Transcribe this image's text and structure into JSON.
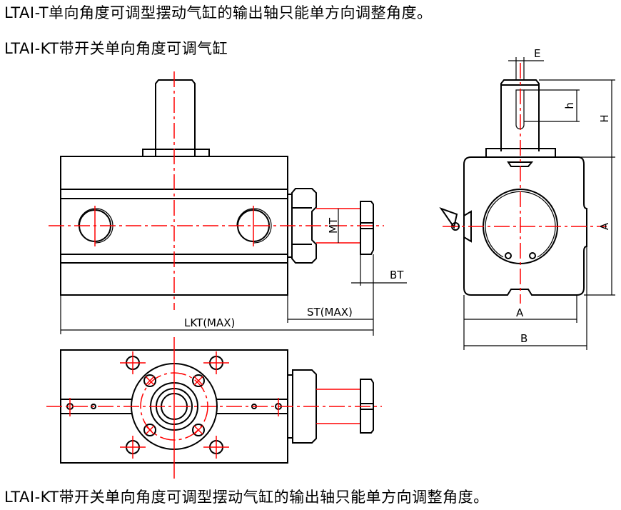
{
  "captions": {
    "line1": "LTAI-T单向角度可调型摆动气缸的输出轴只能单方向调整角度。",
    "line2": "LTAI-KT带开关单向角度可调气缸",
    "line3": "LTAI-KT带开关单向角度可调型摆动气缸的输出轴只能单方向调整角度。"
  },
  "dimensions": {
    "mt": "MT",
    "bt": "BT",
    "st": "ST(MAX)",
    "lkt": "LKT(MAX)",
    "e": "E",
    "h_small": "h",
    "h_large": "H",
    "a_vertical": "A",
    "a_horizontal": "A",
    "b": "B"
  },
  "colors": {
    "outline": "#000000",
    "centerline": "#ff0000"
  }
}
